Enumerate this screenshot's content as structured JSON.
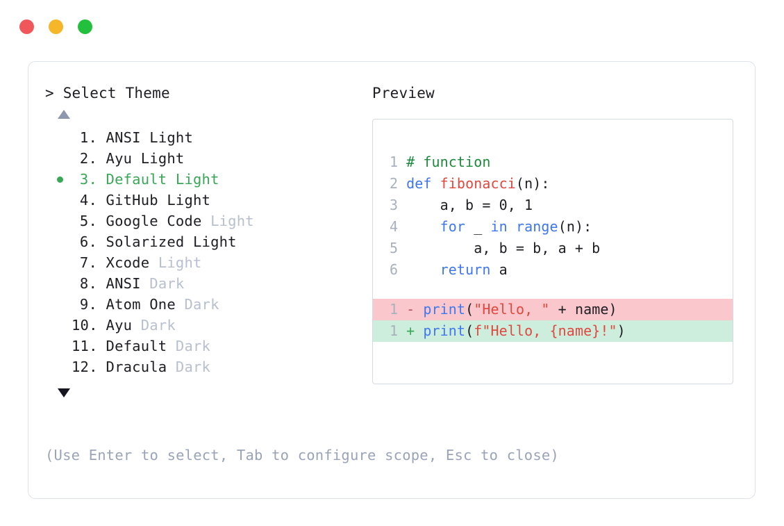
{
  "window": {
    "dots": [
      {
        "name": "close",
        "color": "#f0575a"
      },
      {
        "name": "minimize",
        "color": "#f5b62a"
      },
      {
        "name": "maximize",
        "color": "#22c03c"
      }
    ]
  },
  "prompt": {
    "sigil": ">",
    "title": "Select Theme",
    "scroll_up_icon": "triangle-up",
    "scroll_down_icon": "triangle-down",
    "selected_index": 3,
    "items": [
      {
        "index": "1.",
        "name": "ANSI",
        "variant": "Light",
        "variant_muted": false,
        "selected": false
      },
      {
        "index": "2.",
        "name": "Ayu",
        "variant": "Light",
        "variant_muted": false,
        "selected": false
      },
      {
        "index": "3.",
        "name": "Default",
        "variant": "Light",
        "variant_muted": false,
        "selected": true
      },
      {
        "index": "4.",
        "name": "GitHub",
        "variant": "Light",
        "variant_muted": false,
        "selected": false
      },
      {
        "index": "5.",
        "name": "Google Code",
        "variant": "Light",
        "variant_muted": true,
        "selected": false
      },
      {
        "index": "6.",
        "name": "Solarized",
        "variant": "Light",
        "variant_muted": false,
        "selected": false
      },
      {
        "index": "7.",
        "name": "Xcode",
        "variant": "Light",
        "variant_muted": true,
        "selected": false
      },
      {
        "index": "8.",
        "name": "ANSI",
        "variant": "Dark",
        "variant_muted": true,
        "selected": false
      },
      {
        "index": "9.",
        "name": "Atom One",
        "variant": "Dark",
        "variant_muted": true,
        "selected": false
      },
      {
        "index": "10.",
        "name": "Ayu",
        "variant": "Dark",
        "variant_muted": true,
        "selected": false
      },
      {
        "index": "11.",
        "name": "Default",
        "variant": "Dark",
        "variant_muted": true,
        "selected": false
      },
      {
        "index": "12.",
        "name": "Dracula",
        "variant": "Dark",
        "variant_muted": true,
        "selected": false
      }
    ],
    "hint": "(Use Enter to select, Tab to configure scope, Esc to close)"
  },
  "preview": {
    "title": "Preview",
    "code_lines": [
      {
        "number": "1",
        "tokens": [
          {
            "text": "# function",
            "type": "comment"
          }
        ]
      },
      {
        "number": "2",
        "tokens": [
          {
            "text": "def ",
            "type": "keyword"
          },
          {
            "text": "fibonacci",
            "type": "func"
          },
          {
            "text": "(n):",
            "type": "plain"
          }
        ]
      },
      {
        "number": "3",
        "tokens": [
          {
            "text": "    a, b = 0, 1",
            "type": "plain"
          }
        ]
      },
      {
        "number": "4",
        "tokens": [
          {
            "text": "    ",
            "type": "plain"
          },
          {
            "text": "for",
            "type": "keyword"
          },
          {
            "text": " _ ",
            "type": "plain"
          },
          {
            "text": "in",
            "type": "keyword"
          },
          {
            "text": " ",
            "type": "plain"
          },
          {
            "text": "range",
            "type": "call"
          },
          {
            "text": "(n):",
            "type": "plain"
          }
        ]
      },
      {
        "number": "5",
        "tokens": [
          {
            "text": "        a, b = b, a + b",
            "type": "plain"
          }
        ]
      },
      {
        "number": "6",
        "tokens": [
          {
            "text": "    ",
            "type": "plain"
          },
          {
            "text": "return",
            "type": "keyword"
          },
          {
            "text": " a",
            "type": "plain"
          }
        ]
      }
    ],
    "diff_lines": [
      {
        "number": "1",
        "sign": "-",
        "kind": "deletion",
        "background": "#fac8cc",
        "tokens": [
          {
            "text": "print",
            "type": "call"
          },
          {
            "text": "(",
            "type": "plain"
          },
          {
            "text": "\"Hello, \"",
            "type": "string"
          },
          {
            "text": " + name)",
            "type": "plain"
          }
        ]
      },
      {
        "number": "1",
        "sign": "+",
        "kind": "addition",
        "background": "#cdeedd",
        "tokens": [
          {
            "text": "print",
            "type": "call"
          },
          {
            "text": "(",
            "type": "plain"
          },
          {
            "text": "f\"Hello, {name}!\"",
            "type": "string"
          },
          {
            "text": ")",
            "type": "plain"
          }
        ]
      }
    ]
  },
  "colors": {
    "accent_selected": "#3aa757",
    "muted_text": "#b8bfce",
    "hint_text": "#9aa3b8",
    "body_text": "#1d1d24",
    "gutter_text": "#a9b0bd",
    "card_border": "#dde1e9",
    "preview_border": "#d4d9e2",
    "syntax_comment": "#1d8a3c",
    "syntax_keyword": "#3f77f0",
    "syntax_function": "#e0483f",
    "syntax_string": "#e0483f"
  }
}
